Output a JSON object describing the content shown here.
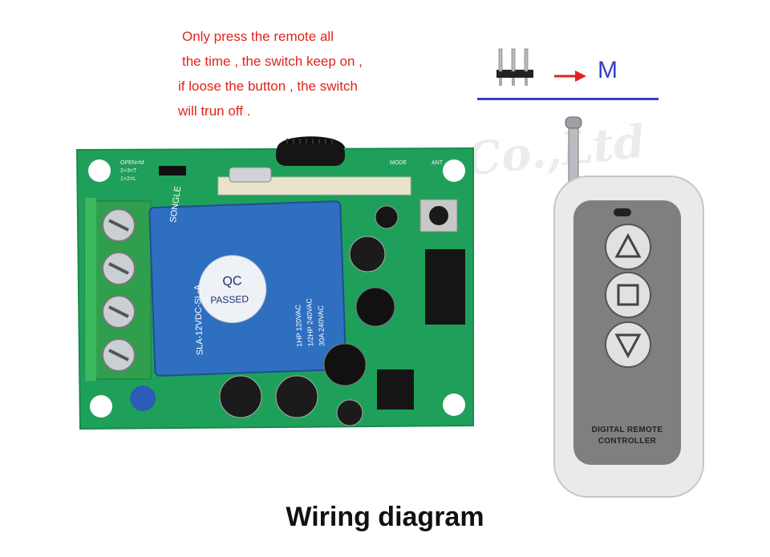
{
  "note": {
    "lines": [
      "Only press the remote all",
      "the time , the switch keep on ,",
      "if loose the button , the switch",
      "will trun off ."
    ]
  },
  "mode_indicator": {
    "letter": "M"
  },
  "caption": "Wiring diagram",
  "remote": {
    "label_line1": "DIGITAL REMOTE",
    "label_line2": "CONTROLLER"
  },
  "relay": {
    "brand": "SONGLE",
    "qc": "QC",
    "passed": "PASSED",
    "model": "SLA-12VDC-SL-A",
    "ratings": [
      "1HP 120VAC",
      "1/2HP 240VAC",
      "30A 240VAC"
    ]
  },
  "board": {
    "jumper_text": [
      "OPEN=M",
      "2+3=T",
      "1+2=L"
    ],
    "ant": "ANT",
    "mode_label": "MODE"
  },
  "watermark": "Co.,Ltd",
  "colors": {
    "note_red": "#e0241b",
    "mode_blue": "#2f3fd0",
    "pcb_green": "#1fa05a",
    "relay_blue": "#2f6fc0"
  }
}
